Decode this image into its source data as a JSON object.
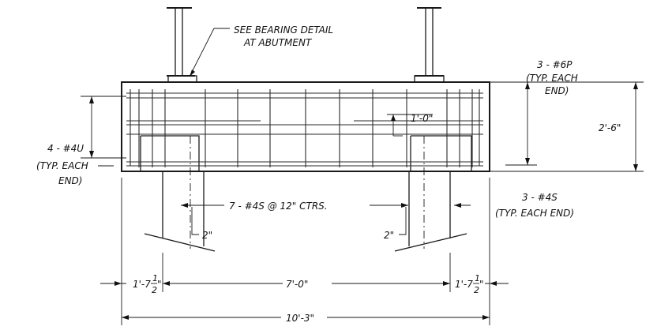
{
  "labels": {
    "bearing_line1": "SEE BEARING DETAIL",
    "bearing_line2": "AT ABUTMENT",
    "top_bars_line1": "3 - #6P",
    "top_bars_line2": "(TYP. EACH",
    "top_bars_line3": "END)",
    "left_bars_line1": "4 - #4U",
    "left_bars_line2": "(TYP. EACH",
    "left_bars_line3": "END)",
    "stirrups_mid": "7 - #4S @ 12\" CTRS.",
    "stirrups_end_line1": "3 - #4S",
    "stirrups_end_line2": "(TYP. EACH END)",
    "cover_left": "2\"",
    "cover_right": "2\""
  },
  "dimensions": {
    "overall_height": "2'-6\"",
    "embed": "1'-0\"",
    "left_overhang_main": "1'-7",
    "right_overhang_main": "1'-7",
    "fraction_num": "1",
    "fraction_den": "2",
    "inch_mark": "\"",
    "center_span": "7'-0\"",
    "overall_length": "10'-3\""
  }
}
